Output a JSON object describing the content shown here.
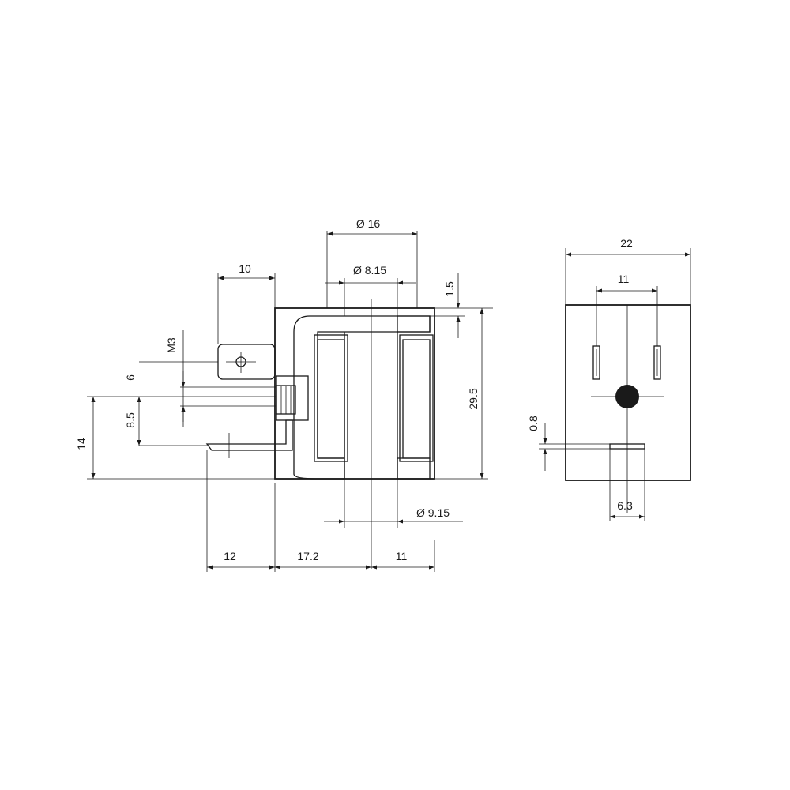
{
  "dimensions": {
    "bore_outer": "Ø 16",
    "bore_inner": "Ø 8.15",
    "tab_length": "10",
    "top_gap": "1.5",
    "thread": "M3",
    "height_total": "29.5",
    "pin_width": "6",
    "pin_offset": "8.5",
    "base_height": "14",
    "core_dia": "Ø 9.15",
    "tab_extension": "12",
    "body_to_center": "17.2",
    "center_to_edge": "11",
    "side_width": "22",
    "pin_spacing": "11",
    "slot_thickness": "0.8",
    "slot_width": "6.3"
  }
}
